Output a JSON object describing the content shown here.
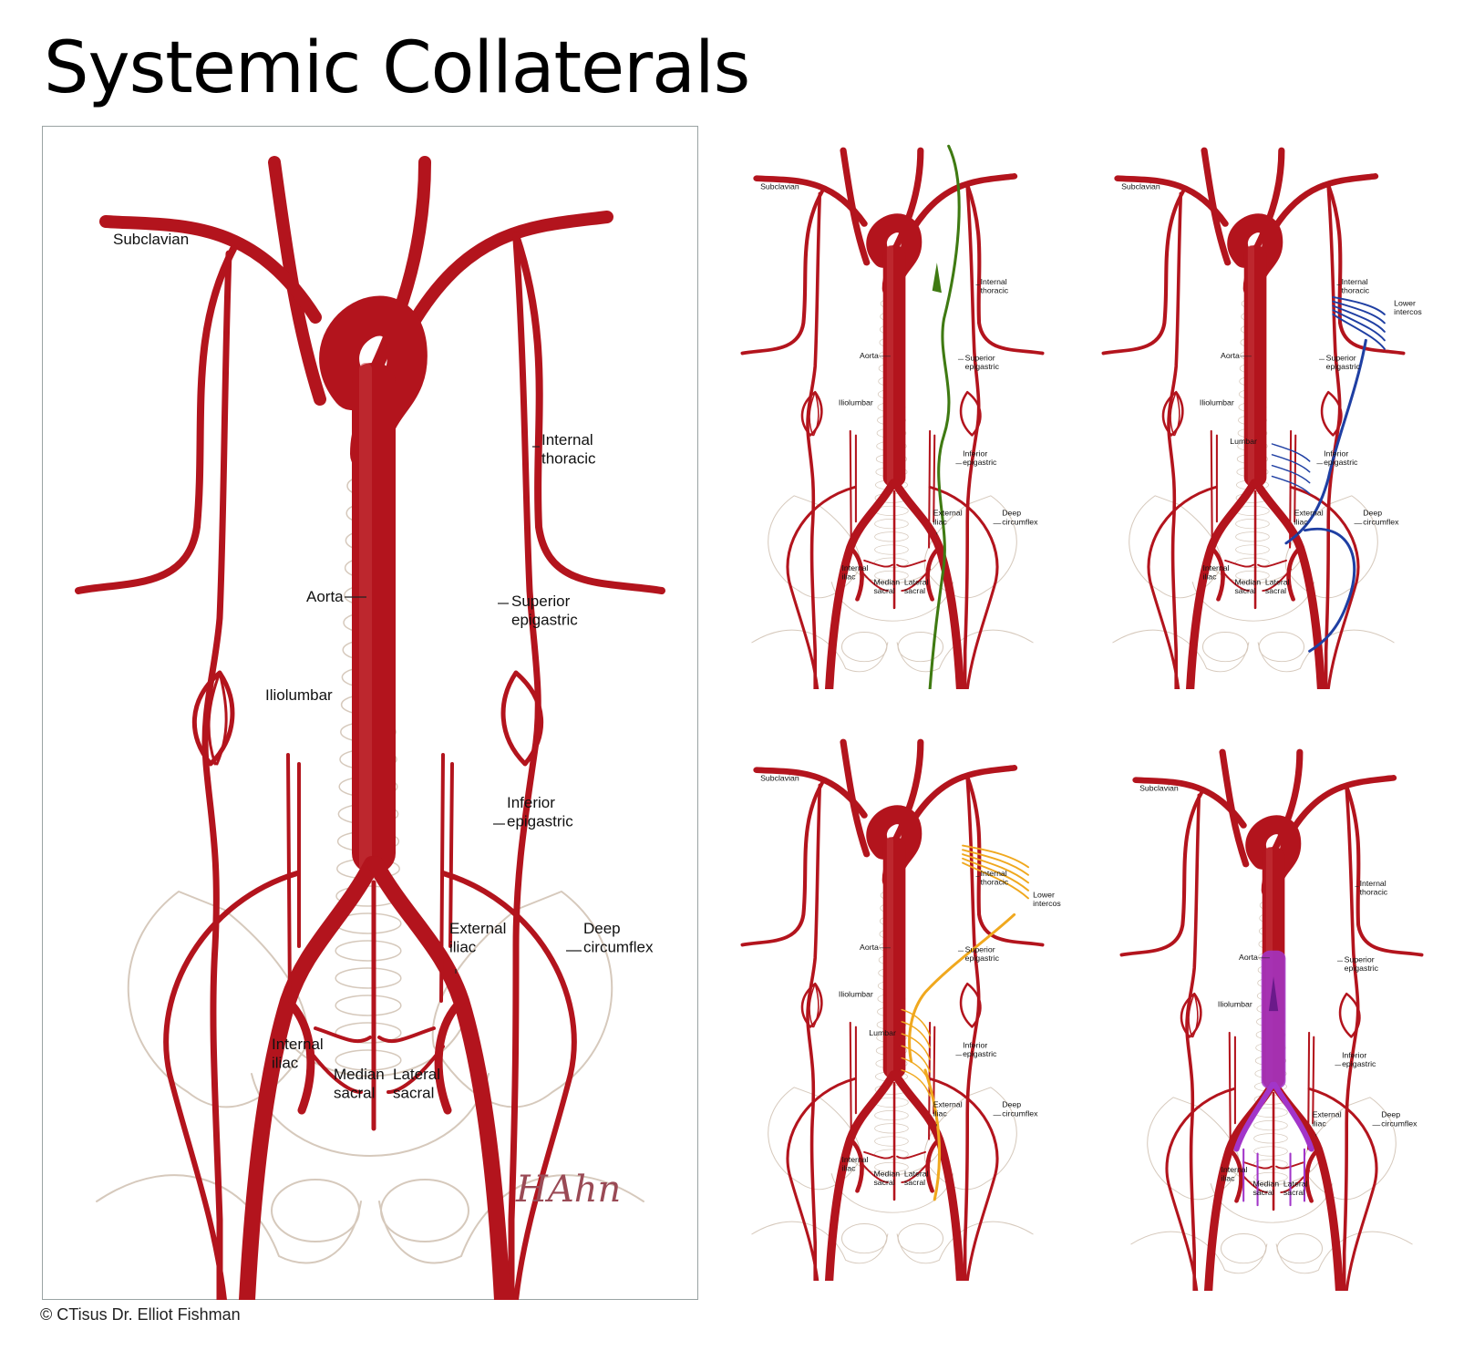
{
  "title": "Systemic Collaterals",
  "credit": "© CTisus Dr. Elliot Fishman",
  "signature": "HAhn",
  "colors": {
    "artery": "#b3141d",
    "artery_dark": "#7d0c12",
    "bone": "#d6c9bc",
    "green_pathway": "#3f7a12",
    "blue_pathway": "#1f3fa3",
    "orange_pathway": "#f0a81e",
    "purple_pathway": "#a235c9"
  },
  "labels": {
    "subclavian": "Subclavian",
    "internal_thoracic": [
      "Internal",
      "thoracic"
    ],
    "aorta": "Aorta",
    "superior_epigastric": [
      "Superior",
      "epigastric"
    ],
    "iliolumbar": "Iliolumbar",
    "inferior_epigastric": [
      "Inferior",
      "epigastric"
    ],
    "external_iliac": [
      "External",
      "iliac"
    ],
    "deep_circumflex": [
      "Deep",
      "circumflex"
    ],
    "internal_iliac": [
      "Internal",
      "iliac"
    ],
    "median_sacral": [
      "Median",
      "sacral"
    ],
    "lateral_sacral": [
      "Lateral",
      "sacral"
    ],
    "lower_intercostals": [
      "Lower",
      "intercostals"
    ],
    "lumbar": "Lumbar"
  },
  "panels": [
    {
      "id": "main",
      "highlight": "none",
      "show_iliolumbar": true,
      "show_lumbar": false,
      "show_lower_intercostals": false
    },
    {
      "id": "green",
      "highlight": "green_pathway",
      "show_iliolumbar": true,
      "show_lumbar": false,
      "show_lower_intercostals": false
    },
    {
      "id": "blue",
      "highlight": "blue_pathway",
      "show_iliolumbar": true,
      "show_lumbar": true,
      "show_lower_intercostals": true
    },
    {
      "id": "orange",
      "highlight": "orange_pathway",
      "show_iliolumbar": true,
      "show_lumbar": true,
      "show_lower_intercostals": true
    },
    {
      "id": "purple",
      "highlight": "purple_pathway",
      "show_iliolumbar": true,
      "show_lumbar": false,
      "show_lower_intercostals": false
    }
  ]
}
